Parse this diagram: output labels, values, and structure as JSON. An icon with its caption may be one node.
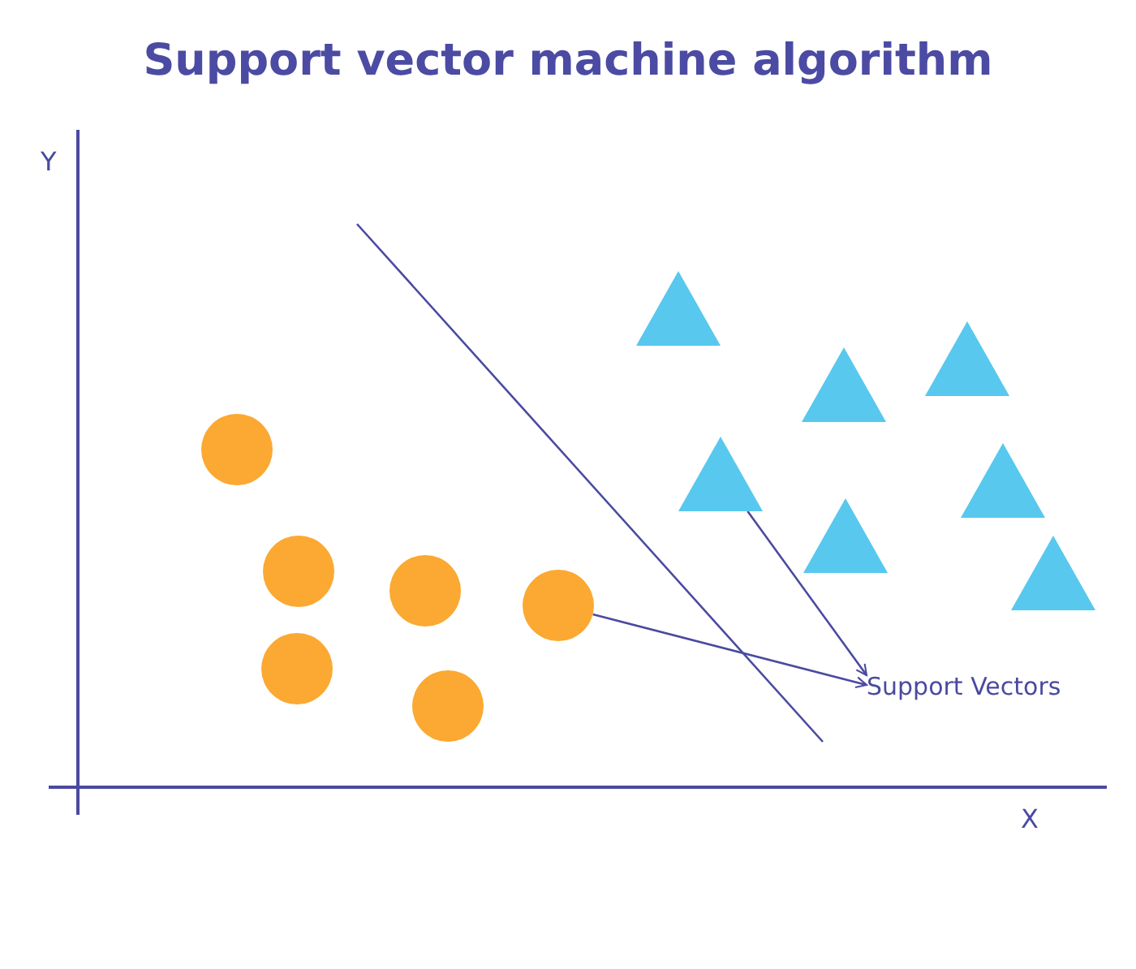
{
  "diagram": {
    "title": "Support vector machine algorithm",
    "nodes": [
      {
        "text": [],
        "shape": "circle"
      },
      {
        "text": [],
        "shape": "circle"
      },
      {
        "text": [],
        "shape": "circle"
      },
      {
        "text": [],
        "shape": "circle"
      },
      {
        "text": [],
        "shape": "circle"
      },
      {
        "text": [],
        "shape": "circle"
      },
      {
        "text": [],
        "shape": "triangle"
      },
      {
        "text": [],
        "shape": "triangle"
      },
      {
        "text": [],
        "shape": "triangle"
      },
      {
        "text": [],
        "shape": "triangle"
      },
      {
        "text": [],
        "shape": "triangle"
      },
      {
        "text": [],
        "shape": "triangle"
      },
      {
        "text": [],
        "shape": "triangle"
      },
      {
        "text": [
          "Support Vectors"
        ]
      }
    ],
    "edges": [
      {
        "from": 5,
        "to": 13,
        "arrow": "to"
      },
      {
        "from": 7,
        "to": 13,
        "arrow": "to"
      }
    ],
    "labels": [
      "Y",
      "X"
    ]
  }
}
